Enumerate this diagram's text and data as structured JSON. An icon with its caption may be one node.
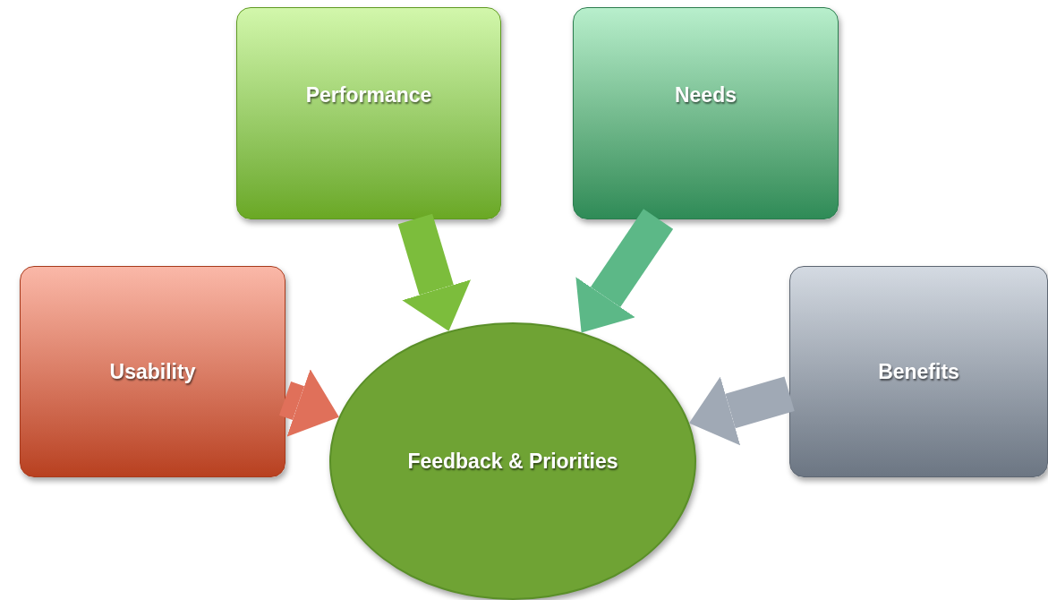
{
  "diagram": {
    "nodes": [
      {
        "text": [
          "Performance"
        ]
      },
      {
        "text": [
          "Needs"
        ]
      },
      {
        "text": [
          "Usability"
        ]
      },
      {
        "text": [
          "Benefits"
        ]
      },
      {
        "text": [
          "Feedback & Priorities"
        ]
      }
    ],
    "edges": [
      {
        "from": 0,
        "to": 4,
        "arrow": "to",
        "color": "#7cbd3c"
      },
      {
        "from": 1,
        "to": 4,
        "arrow": "to",
        "color": "#5cb887"
      },
      {
        "from": 2,
        "to": 4,
        "arrow": "to",
        "color": "#e0705a"
      },
      {
        "from": 3,
        "to": 4,
        "arrow": "to",
        "color": "#a0a9b5"
      }
    ]
  }
}
